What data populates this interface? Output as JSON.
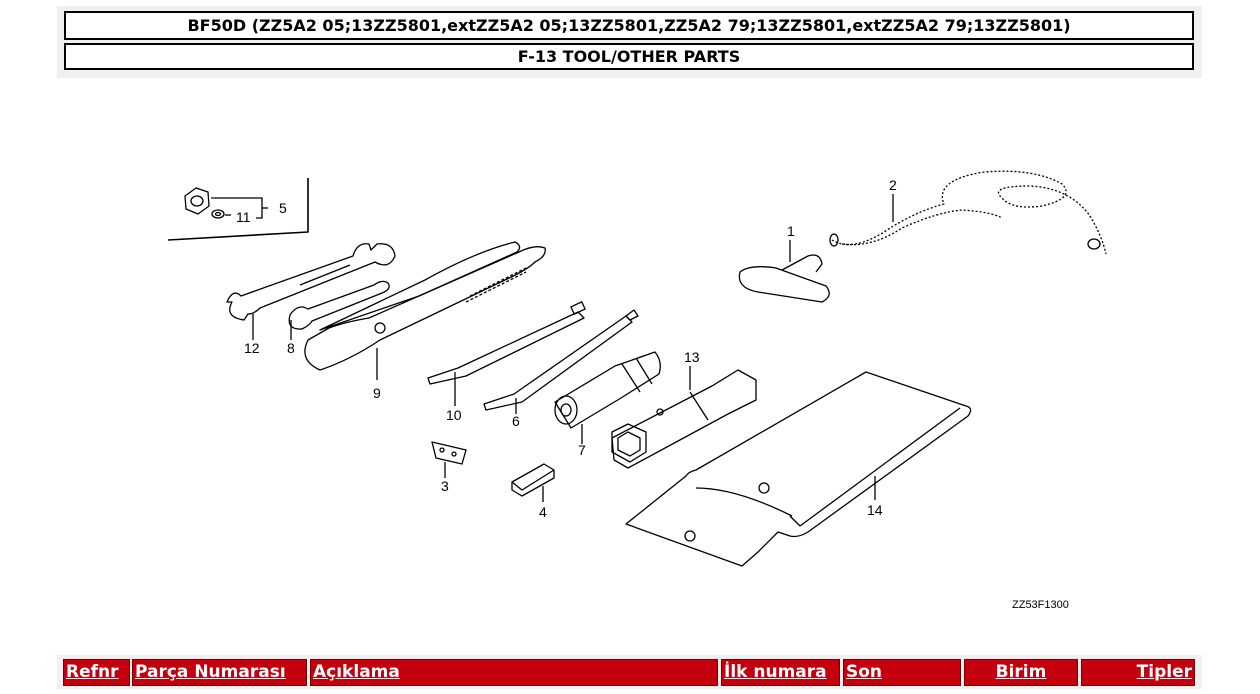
{
  "header": {
    "model_title": "BF50D (ZZ5A2 05;13ZZ5801,extZZ5A2 05;13ZZ5801,ZZ5A2 79;13ZZ5801,extZZ5A2 79;13ZZ5801)",
    "section_title": "F-13 TOOL/OTHER PARTS"
  },
  "diagram": {
    "callouts": [
      "1",
      "2",
      "3",
      "4",
      "5",
      "6",
      "7",
      "8",
      "9",
      "10",
      "11",
      "12",
      "13",
      "14"
    ],
    "drawing_code": "ZZ53F1300"
  },
  "table_header": {
    "columns": [
      "Refnr",
      "Parça Numarası",
      "Açıklama",
      "İlk numara",
      "Son",
      "Birim",
      "Tipler"
    ]
  },
  "colors": {
    "header_red": "#c4000f",
    "panel_gray": "#f0f0f0"
  }
}
